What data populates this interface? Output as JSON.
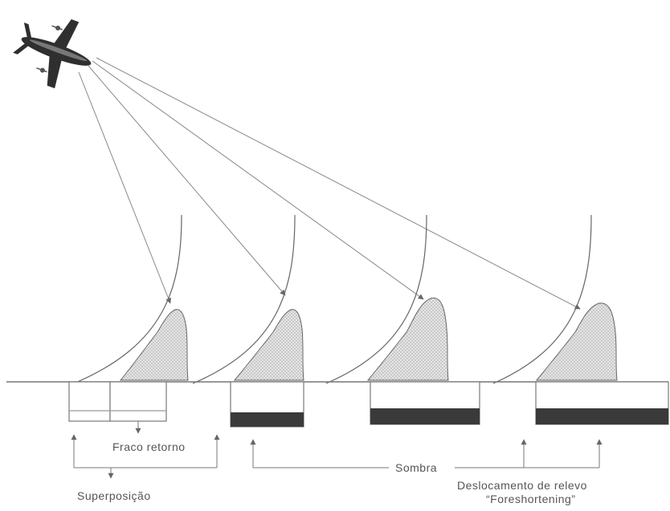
{
  "labels": {
    "weak_return": "Fraco retorno",
    "layover": "Superposição",
    "shadow": "Sombra",
    "relief_displacement": "Deslocamento de relevo",
    "foreshortening": "“Foreshortening”"
  },
  "colors": {
    "line": "#888888",
    "ground": "#777777",
    "hill_fill": "#dddddd",
    "dark_band": "#3a3a3a",
    "text": "#555555"
  },
  "icons": {
    "aircraft": "airplane-icon"
  }
}
